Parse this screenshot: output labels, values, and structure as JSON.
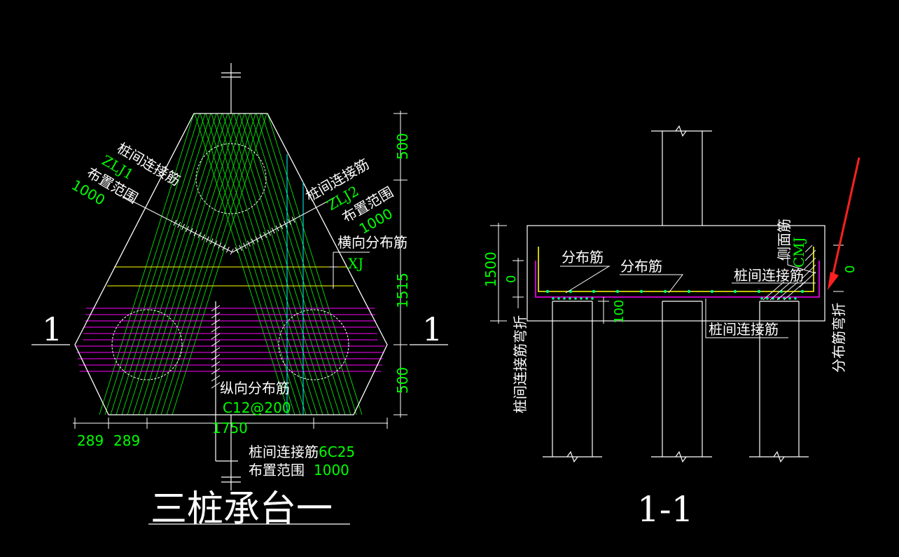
{
  "colors": {
    "background": "#000000",
    "outline": "#ffffff",
    "dim": "#00ff00",
    "rebar_green": "#00ff00",
    "rebar_magenta": "#ff00ff",
    "rebar_yellow": "#ffff00",
    "cyan": "#00ffff",
    "arrow": "#ff2020"
  },
  "plan": {
    "title": "三桩承台一",
    "section_marker_left": "1",
    "section_marker_right": "1",
    "zlj1": {
      "label": "桩间连接筋",
      "code": "ZLJ1",
      "range_label": "布置范围",
      "range_value": "1000"
    },
    "zlj2": {
      "label": "桩间连接筋",
      "code": "ZLJ2",
      "range_label": "布置范围",
      "range_value": "1000"
    },
    "xj": {
      "label": "横向分布筋",
      "code": "XJ"
    },
    "longitudinal": {
      "label": "纵向分布筋",
      "spec": "C12@200"
    },
    "bottom_bar": {
      "label": "桩间连接筋",
      "spec": "6C25",
      "range_label": "布置范围",
      "range_value": "1000"
    },
    "dims": {
      "d_top": "500",
      "d_mid": "1515",
      "d_bot": "500",
      "d_width": "1750",
      "d_left1": "289",
      "d_left2": "289"
    }
  },
  "section": {
    "title": "1-1",
    "dim_height": "1500",
    "dim_zero_left": "0",
    "dim_zero_right": "0",
    "dim_100": "100",
    "label_dist1": "分布筋",
    "label_dist2": "分布筋",
    "label_side": "侧面筋",
    "label_side_code": "CMJ",
    "label_pile_conn_top": "桩间连接筋",
    "label_pile_conn_bottom": "桩间连接筋",
    "label_bend_left": "桩间连接筋弯折",
    "label_bend_right": "分布筋弯折"
  }
}
